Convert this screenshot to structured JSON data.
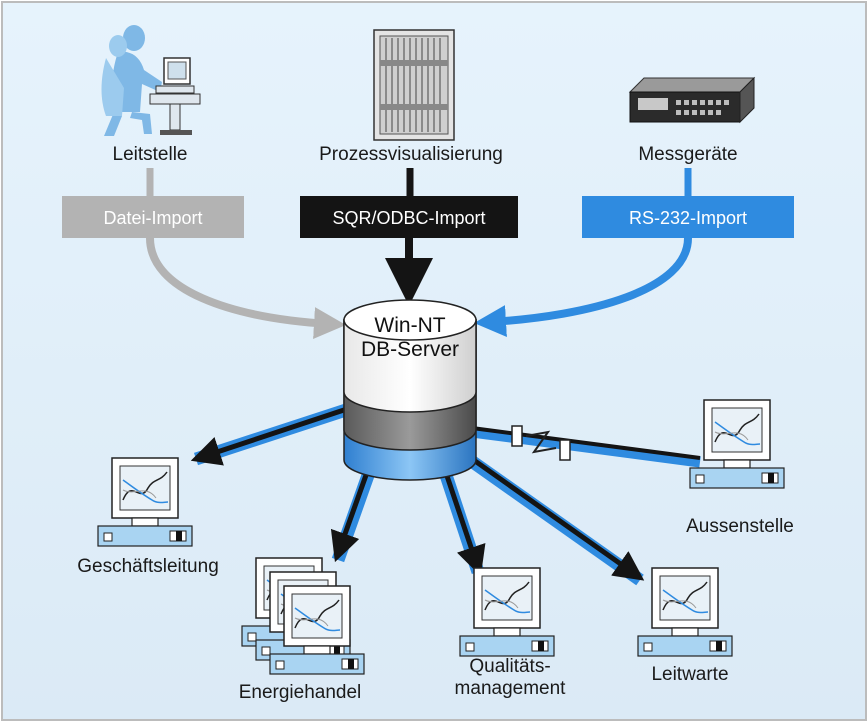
{
  "sources": [
    {
      "label": "Leitstelle"
    },
    {
      "label": "Prozessvisualisierung"
    },
    {
      "label": "Messgeräte"
    }
  ],
  "imports": [
    {
      "label": "Datei-Import",
      "color": "#b3b3b3"
    },
    {
      "label": "SQR/ODBC-Import",
      "color": "#141414"
    },
    {
      "label": "RS-232-Import",
      "color": "#2f8be0"
    }
  ],
  "server": {
    "line1": "Win-NT",
    "line2": "DB-Server"
  },
  "clients": [
    {
      "label": "Geschäftsleitung"
    },
    {
      "label": "Energiehandel"
    },
    {
      "label": "Qualitäts-",
      "label2": "management"
    },
    {
      "label": "Leitwarte"
    },
    {
      "label": "Aussenstelle"
    }
  ],
  "colors": {
    "background": "#e3f1fb",
    "accent": "#2f8be0",
    "grey": "#b3b3b3",
    "dark": "#141414"
  }
}
